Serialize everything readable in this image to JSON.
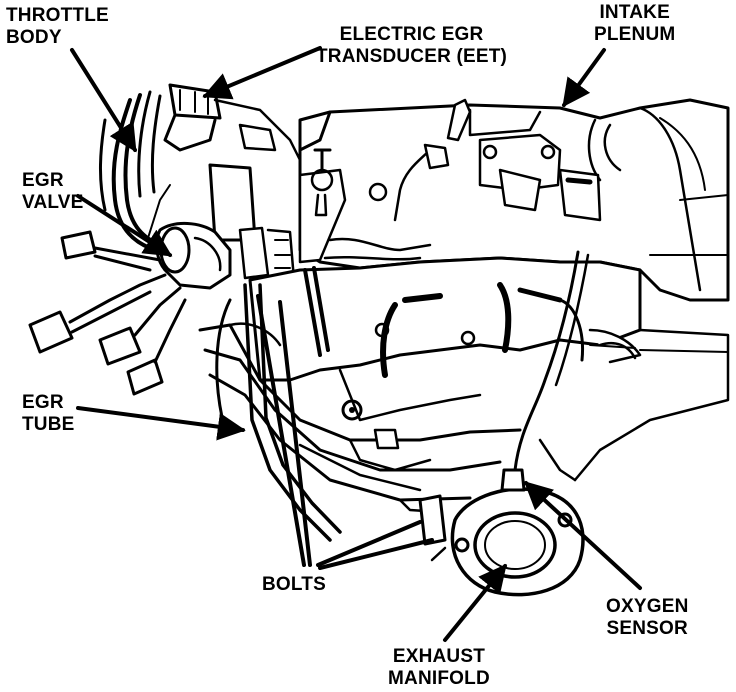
{
  "colors": {
    "ink": "#000000",
    "paper": "#ffffff"
  },
  "labels": {
    "throttle_body": [
      "THROTTLE",
      "BODY"
    ],
    "eet": [
      "ELECTRIC EGR",
      "TRANSDUCER (EET)"
    ],
    "intake_plenum": [
      "INTAKE",
      "PLENUM"
    ],
    "egr_valve": [
      "EGR",
      "VALVE"
    ],
    "egr_tube": [
      "EGR",
      "TUBE"
    ],
    "bolts": [
      "BOLTS"
    ],
    "oxygen_sensor": [
      "OXYGEN",
      "SENSOR"
    ],
    "exhaust_manifold": [
      "EXHAUST",
      "MANIFOLD"
    ]
  }
}
